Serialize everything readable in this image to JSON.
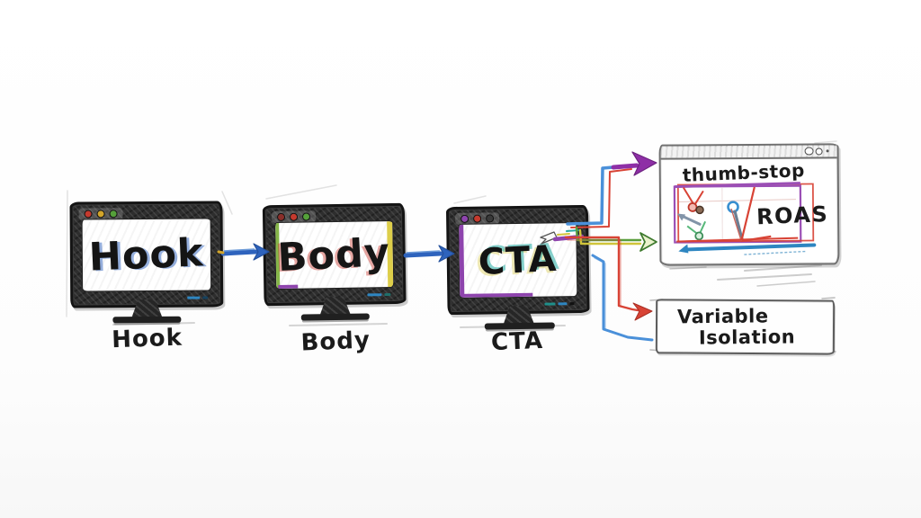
{
  "diagram": {
    "title_implicit": "ad creative testing funnel sketch",
    "monitors": [
      {
        "screen_text": "Hook",
        "label": "Hook"
      },
      {
        "screen_text": "Body",
        "label": "Body"
      },
      {
        "screen_text": "CTA",
        "label": "CTA"
      }
    ],
    "thumb_stop_panel": {
      "title": "thumb-stop",
      "metric_label": "ROAS"
    },
    "variable_isolation_panel": {
      "line1": "Variable",
      "line2": "Isolation"
    }
  },
  "icons": {
    "monitor_window_dots": [
      "red-dot",
      "yellow-dot",
      "green-dot"
    ],
    "cta_window_dots": [
      "purple-dot",
      "red-dot",
      "dark-dot"
    ],
    "browser_controls": [
      "circle",
      "circle",
      "dot"
    ]
  },
  "colors": {
    "flow_arrow_blue": "#2e63bd",
    "connector_blue": "#4a90d9",
    "connector_red": "#d84335",
    "connector_green": "#5a9e3d",
    "connector_yellow": "#cfc43a",
    "connector_purple": "#8e2fa6",
    "chart_frame_red": "#d84335",
    "chart_frame_purple": "#9b4fb5",
    "chart_baseline_blue": "#2e86c1",
    "bezel_dark": "#2e2e2e",
    "body_edge_green": "#86b649",
    "body_edge_yellow": "#ddce4a",
    "cta_edge_purple": "#8e44ad"
  }
}
